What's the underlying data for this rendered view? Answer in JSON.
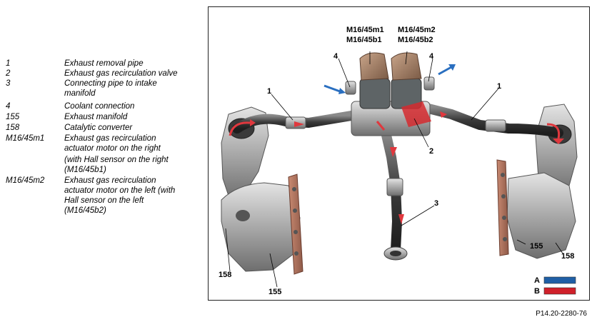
{
  "legend": [
    {
      "num": "1",
      "text": "Exhaust removal pipe"
    },
    {
      "num": "2",
      "text": "Exhaust gas recirculation valve"
    },
    {
      "num": "3",
      "text": "Connecting pipe to intake manifold"
    },
    {
      "num": "4",
      "text": "Coolant connection"
    },
    {
      "num": "155",
      "text": "Exhaust manifold"
    },
    {
      "num": "158",
      "text": "Catalytic converter"
    },
    {
      "num": "M16/45m1",
      "text": "Exhaust gas recirculation actuator motor on the right",
      "subtext": "(with Hall sensor on the right (M16/45b1)"
    },
    {
      "num": "M16/45m2",
      "text": "Exhaust gas recirculation actuator motor on the left (with Hall sensor on the left (M16/45b2)"
    }
  ],
  "diagram": {
    "callouts": {
      "m1_top": "M16/45m1",
      "m1_bottom": "M16/45b1",
      "m2_top": "M16/45m2",
      "m2_bottom": "M16/45b2",
      "c4_left": "4",
      "c4_right": "4",
      "c1_left": "1",
      "c1_right": "1",
      "c2": "2",
      "c3": "3",
      "c155_left": "155",
      "c155_right": "155",
      "c158_left": "158",
      "c158_right": "158"
    },
    "key": [
      {
        "letter": "A",
        "color": "#1f5fa6"
      },
      {
        "letter": "B",
        "color": "#d0202a"
      }
    ],
    "colors": {
      "flow_arrow": "#e0383e",
      "coolant_arrow": "#2a6fc0"
    }
  },
  "figure_ref": "P14.20-2280-76"
}
